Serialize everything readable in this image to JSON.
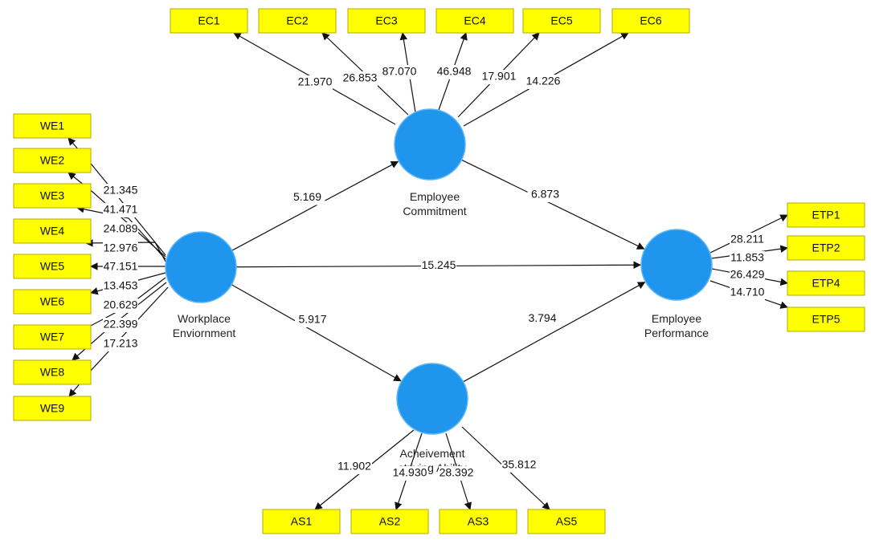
{
  "constructs": {
    "we": {
      "label": [
        "Workplace",
        "Enviornment"
      ]
    },
    "ec": {
      "label": [
        "Employee",
        "Commitment"
      ]
    },
    "ep": {
      "label": [
        "Employee",
        "Performance"
      ]
    },
    "aa": {
      "label": [
        "Acheivement",
        "striving Ability"
      ]
    }
  },
  "indicators": {
    "ec": [
      "EC1",
      "EC2",
      "EC3",
      "EC4",
      "EC5",
      "EC6"
    ],
    "we": [
      "WE1",
      "WE2",
      "WE3",
      "WE4",
      "WE5",
      "WE6",
      "WE7",
      "WE8",
      "WE9"
    ],
    "ep": [
      "ETP1",
      "ETP2",
      "ETP4",
      "ETP5"
    ],
    "aa": [
      "AS1",
      "AS2",
      "AS3",
      "AS5"
    ]
  },
  "loadings": {
    "ec": [
      "21.970",
      "26.853",
      "87.070",
      "46.948",
      "17.901",
      "14.226"
    ],
    "we": [
      "21.345",
      "41.471",
      "24.089",
      "12.976",
      "47.151",
      "13.453",
      "20.629",
      "22.399",
      "17.213"
    ],
    "ep": [
      "28.211",
      "11.853",
      "26.429",
      "14.710"
    ],
    "aa": [
      "11.902",
      "14.930",
      "28.392",
      "35.812"
    ]
  },
  "paths": [
    {
      "from": "we",
      "to": "ec",
      "value": "5.169"
    },
    {
      "from": "ec",
      "to": "ep",
      "value": "6.873"
    },
    {
      "from": "we",
      "to": "ep",
      "value": "15.245"
    },
    {
      "from": "we",
      "to": "aa",
      "value": "5.917"
    },
    {
      "from": "aa",
      "to": "ep",
      "value": "3.794"
    }
  ],
  "colors": {
    "construct": "#1f95ee",
    "indicator": "#ffff00"
  }
}
